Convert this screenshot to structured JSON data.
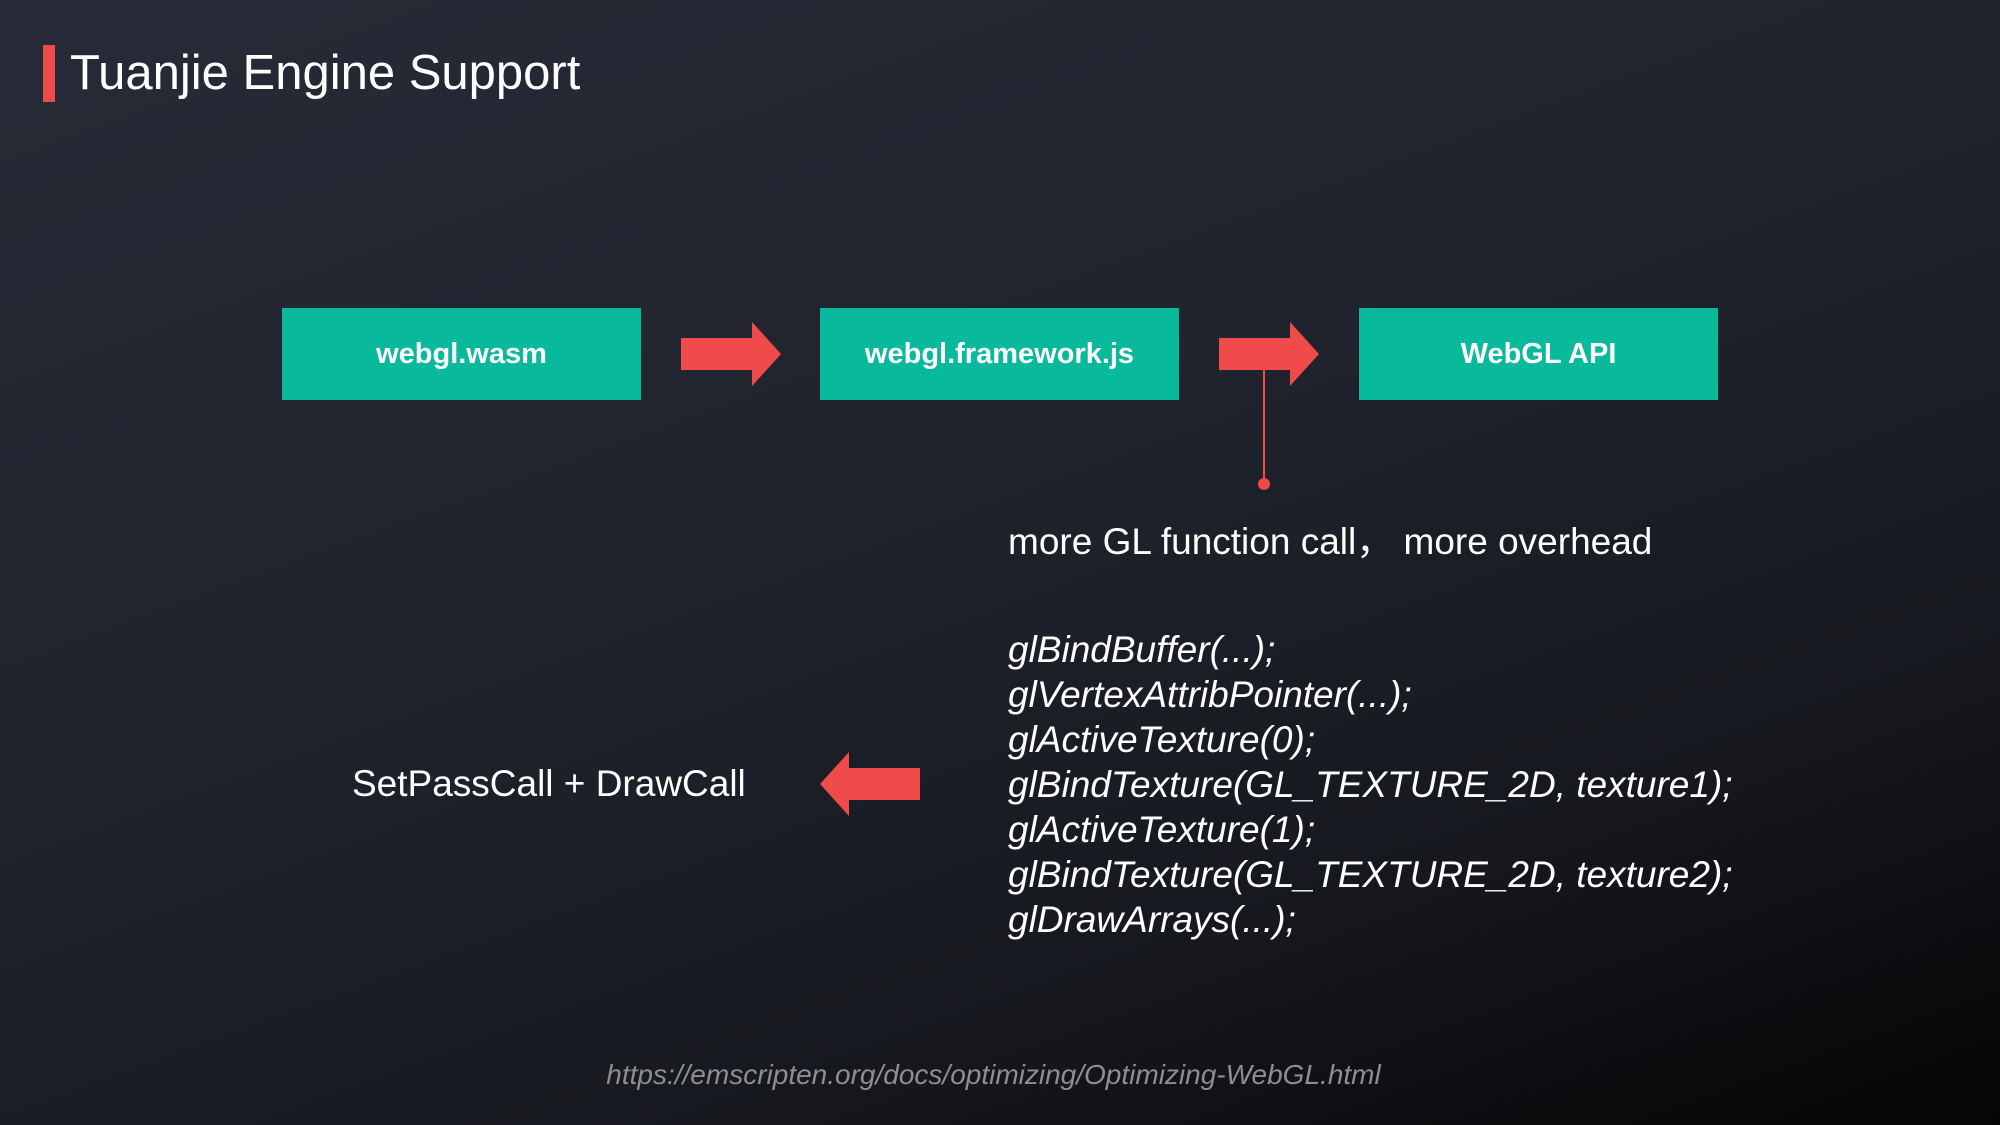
{
  "title": "Tuanjie Engine Support",
  "flow": {
    "boxes": [
      "webgl.wasm",
      "webgl.framework.js",
      "WebGL API"
    ]
  },
  "note": "more GL function call， more overhead",
  "code_lines": [
    "glBindBuffer(...);",
    "glVertexAttribPointer(...);",
    "glActiveTexture(0);",
    "glBindTexture(GL_TEXTURE_2D, texture1);",
    "glActiveTexture(1);",
    "glBindTexture(GL_TEXTURE_2D, texture2);",
    "glDrawArrays(...);"
  ],
  "result_label": "SetPassCall + DrawCall",
  "source_url": "https://emscripten.org/docs/optimizing/Optimizing-WebGL.html",
  "colors": {
    "accent": "#f04b4b",
    "box": "#08b99b",
    "text": "#ffffff",
    "muted": "#8e8e8e"
  },
  "icons": [
    "arrow-right-icon",
    "arrow-right-icon",
    "arrow-left-icon"
  ]
}
